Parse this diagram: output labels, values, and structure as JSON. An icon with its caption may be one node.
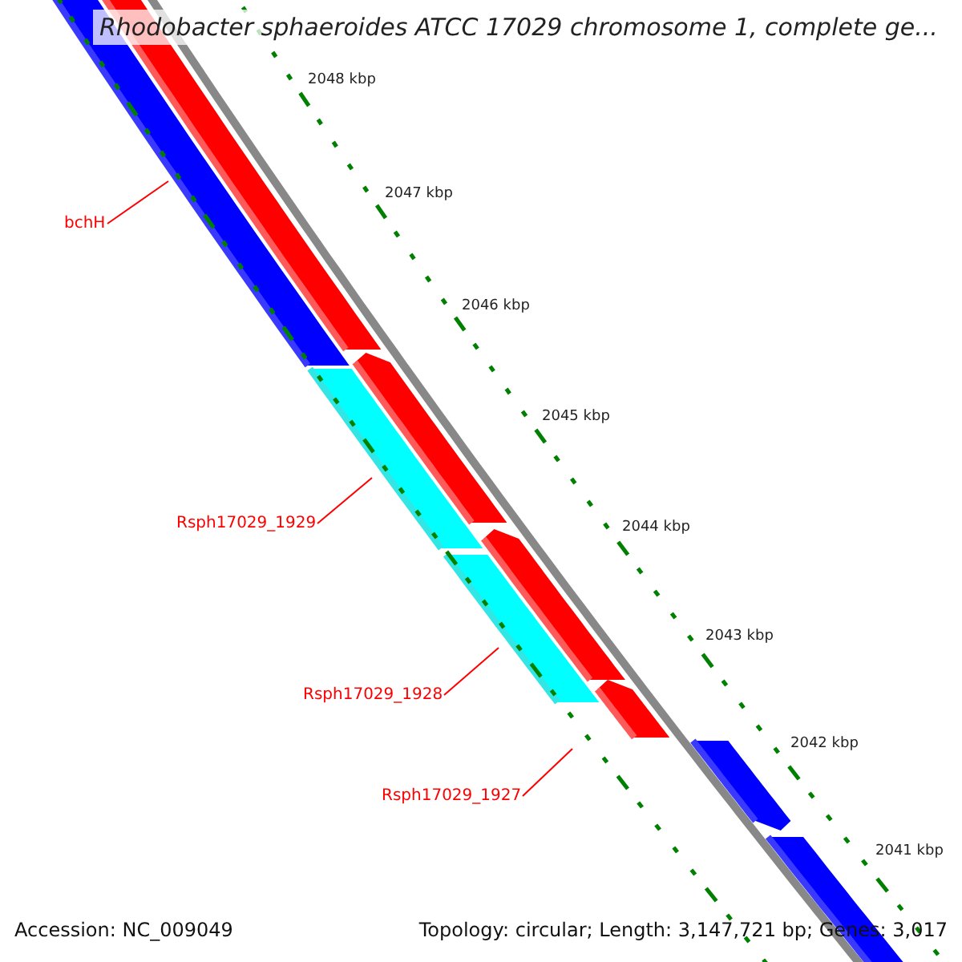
{
  "diagram": {
    "title": "Rhodobacter sphaeroides ATCC 17029 chromosome 1, complete ge...",
    "nodes": [
      {
        "text": [
          "bchH"
        ]
      },
      {
        "text": [
          "Rsph17029_1929"
        ]
      },
      {
        "text": [
          "Rsph17029_1928"
        ]
      },
      {
        "text": [
          "Rsph17029_1927"
        ]
      }
    ],
    "edges": [
      {
        "from": 0,
        "to": null,
        "arrow": "none"
      },
      {
        "from": 1,
        "to": null,
        "arrow": "none"
      },
      {
        "from": 2,
        "to": null,
        "arrow": "none"
      },
      {
        "from": 3,
        "to": null,
        "arrow": "none"
      }
    ],
    "labels": [
      "2048 kbp",
      "2047 kbp",
      "2046 kbp",
      "2045 kbp",
      "2044 kbp",
      "2043 kbp",
      "2042 kbp",
      "2041 kbp",
      "Accession: NC_009049",
      "Topology: circular; Length: 3,147,721 bp; Genes: 3,017"
    ]
  }
}
